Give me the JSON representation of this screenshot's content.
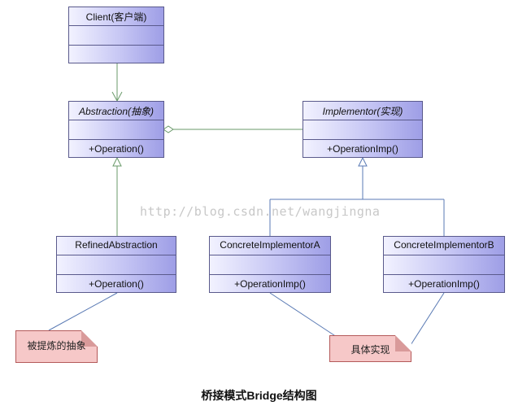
{
  "classes": {
    "client": {
      "name": "Client(客户端)",
      "operation": ""
    },
    "abstraction": {
      "name": "Abstraction(抽象)",
      "operation": "+Operation()"
    },
    "implementor": {
      "name": "Implementor(实现)",
      "operation": "+OperationImp()"
    },
    "refined_abstraction": {
      "name": "RefinedAbstraction",
      "operation": "+Operation()"
    },
    "concrete_a": {
      "name": "ConcreteImplementorA",
      "operation": "+OperationImp()"
    },
    "concrete_b": {
      "name": "ConcreteImplementorB",
      "operation": "+OperationImp()"
    }
  },
  "notes": {
    "refined": "被提炼的抽象",
    "concrete": "具体实现"
  },
  "watermark": "http://blog.csdn.net/wangjingna",
  "caption": "桥接模式Bridge结构图",
  "colors": {
    "class_border": "#5a5a8c",
    "class_fill": "#c6c6f4",
    "line_green": "#6a9a6a",
    "line_blue": "#5a7ab4",
    "note_fill": "#f6c8c8"
  }
}
